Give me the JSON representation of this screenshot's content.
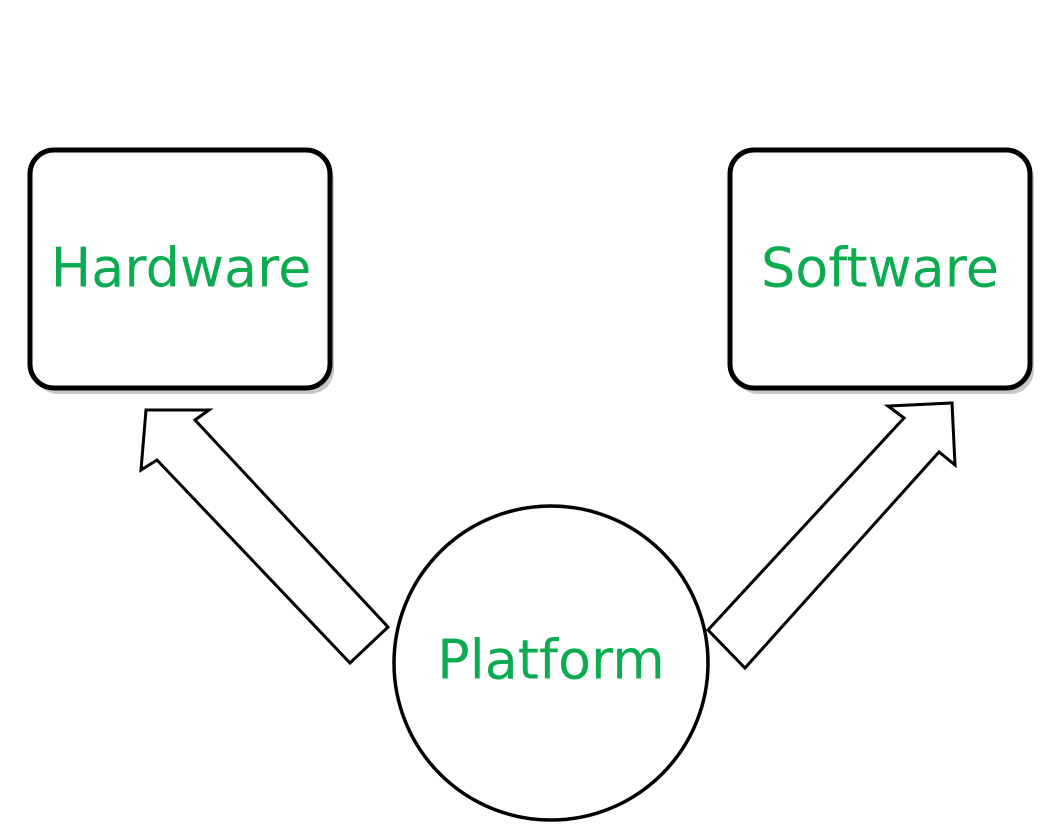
{
  "nodes": {
    "hardware": {
      "label": "Hardware"
    },
    "software": {
      "label": "Software"
    },
    "platform": {
      "label": "Platform"
    }
  },
  "colors": {
    "label": "#0bab4f",
    "stroke": "#000000",
    "fill": "#ffffff"
  },
  "edges": [
    {
      "from": "platform",
      "to": "hardware",
      "shape": "block-arrow"
    },
    {
      "from": "platform",
      "to": "software",
      "shape": "block-arrow"
    }
  ]
}
